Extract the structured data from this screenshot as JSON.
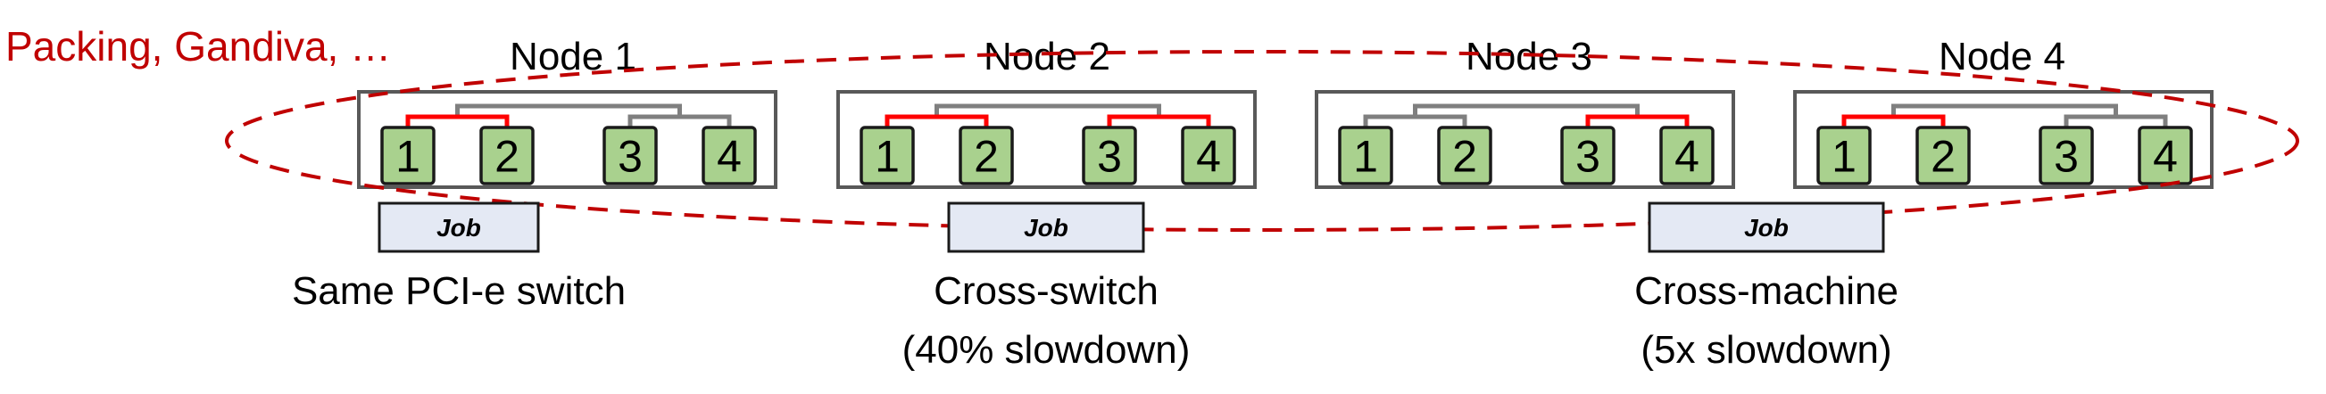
{
  "title": "Packing, Gandiva, …",
  "colors": {
    "title": "#c00000",
    "ellipse": "#c00000",
    "gpu_fill": "#a9d18e",
    "box_stroke": "#595959",
    "link_gray": "#7f7f7f",
    "link_red": "#ff0000",
    "job_fill": "#e4e9f4"
  },
  "nodes": [
    {
      "label": "Node 1",
      "gpus": [
        "1",
        "2",
        "3",
        "4"
      ],
      "red_pair": "left"
    },
    {
      "label": "Node 2",
      "gpus": [
        "1",
        "2",
        "3",
        "4"
      ],
      "red_pair": "both"
    },
    {
      "label": "Node 3",
      "gpus": [
        "1",
        "2",
        "3",
        "4"
      ],
      "red_pair": "right"
    },
    {
      "label": "Node 4",
      "gpus": [
        "1",
        "2",
        "3",
        "4"
      ],
      "red_pair": "left"
    }
  ],
  "jobs": [
    {
      "label": "Job",
      "caption": [
        "Same PCI-e switch"
      ]
    },
    {
      "label": "Job",
      "caption": [
        "Cross-switch",
        "(40% slowdown)"
      ]
    },
    {
      "label": "Job",
      "caption": [
        "Cross-machine",
        "(5x slowdown)"
      ]
    }
  ]
}
